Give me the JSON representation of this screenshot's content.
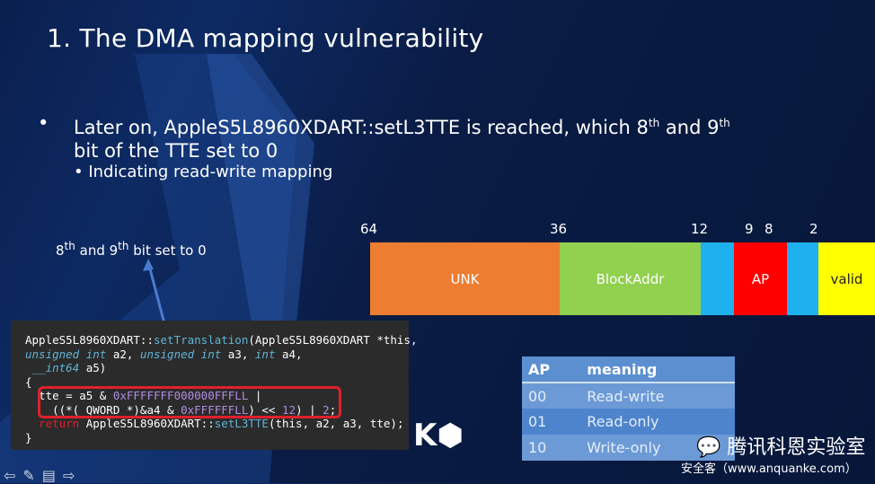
{
  "title": "1. The DMA mapping vulnerability",
  "bullet1": {
    "pre": "Later on, AppleS5L8960XDART::setL3TTE is reached, which 8",
    "sup1": "th",
    "mid": " and 9",
    "sup2": "th",
    "post": "bit of the TTE set to 0"
  },
  "bullet2": "Indicating read-write mapping",
  "bit_labels": [
    "64",
    "36",
    "12",
    "9",
    "8",
    "2"
  ],
  "segments": [
    "UNK",
    "BlockAddr",
    "",
    "AP",
    "",
    "valid"
  ],
  "colors": {
    "unk": "#ED7D31",
    "blockaddr": "#92D050",
    "blue": "#1FB0EE",
    "ap": "#FF0000",
    "valid": "#FFFF00"
  },
  "note": {
    "a": "8",
    "s1": "th",
    "b": " and 9",
    "s2": "th",
    "c": " bit set to 0"
  },
  "code": {
    "l1a": "AppleS5L8960XDART::",
    "l1b": "setTranslation",
    "l1c": "(AppleS5L8960XDART *this,",
    "l2a": "unsigned int",
    "l2b": " a2, ",
    "l2c": "unsigned int",
    "l2d": " a3, ",
    "l2e": "int",
    "l2f": " a4,",
    "l3a": "__int64",
    "l3b": " a5)",
    "l4": "{",
    "l5a": "  tte = a5 & ",
    "l5b": "0xFFFFFFF000000FFFLL",
    "l5c": " |",
    "l6a": "    ((*(_QWORD *)&a4 & ",
    "l6b": "0xFFFFFFLL",
    "l6c": ") << ",
    "l6d": "12",
    "l6e": ") | ",
    "l6f": "2",
    "l6g": ";",
    "l7a": "  return ",
    "l7b": "AppleS5L8960XDART::",
    "l7c": "setL3TTE",
    "l7d": "(this, a2, a3, tte);",
    "l8": "}"
  },
  "table": {
    "headers": [
      "AP",
      "meaning"
    ],
    "rows": [
      [
        "00",
        "Read-write"
      ],
      [
        "01",
        "Read-only"
      ],
      [
        "10",
        "Write-only"
      ]
    ]
  },
  "watermark": "腾讯科恩实验室",
  "watermark_sub": "安全客（www.anquanke.com）"
}
